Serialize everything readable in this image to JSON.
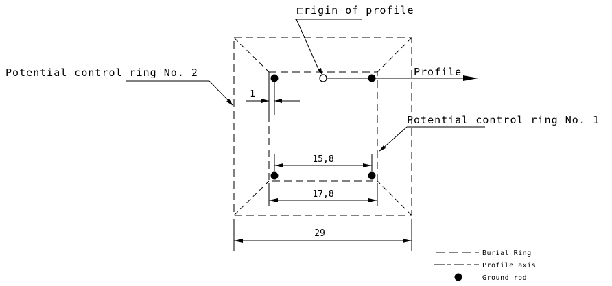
{
  "drawing": {
    "callouts": {
      "origin_label": "□rigin of profile",
      "ring2_label": "Potential control ring No. 2",
      "ring1_label": "Potential control ring No. 1",
      "profile_label": "Profile"
    },
    "dimensions": {
      "rod_inset": "1",
      "rod_spacing": "15,8",
      "inner_ring_width": "17,8",
      "outer_ring_width": "29"
    }
  },
  "legend": {
    "items": [
      {
        "symbol": "burial-ring-dashed-line",
        "label": "Burial Ring"
      },
      {
        "symbol": "profile-axis-line",
        "label": "Profile axis"
      },
      {
        "symbol": "ground-rod-dot",
        "label": "Ground rod"
      }
    ]
  },
  "colors": {
    "ink": "#000000",
    "background": "#ffffff"
  }
}
